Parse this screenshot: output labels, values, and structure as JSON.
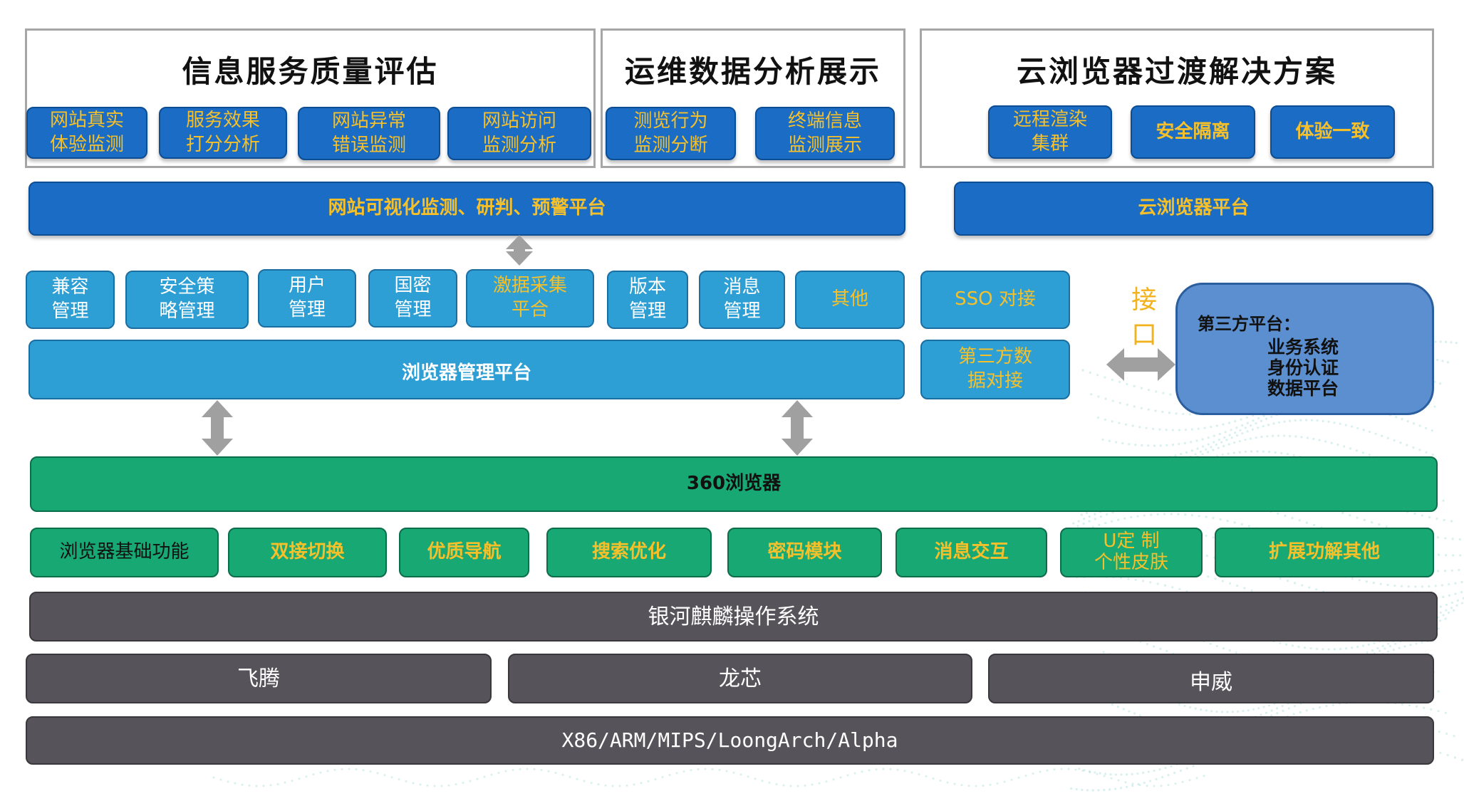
{
  "top_sections": {
    "quality": {
      "title": "信息服务质量评估",
      "items": [
        "网站真实\n体验监测",
        "服务效果\n打分分析",
        "网站异常\n错误监测",
        "网站访问\n监测分析"
      ]
    },
    "ops": {
      "title": "运维数据分析展示",
      "items": [
        "测览行为\n监测分断",
        "终端信息\n监测展示"
      ]
    },
    "cloud": {
      "title": "云浏览器过渡解决方案",
      "items": [
        "远程渲染\n集群",
        "安全隔离",
        "体验一致"
      ]
    }
  },
  "platforms": {
    "monitor": "网站可视化监测、研判、预警平台",
    "cloud_browser": "云浏览器平台"
  },
  "management": {
    "modules": [
      "兼容\n管理",
      "安全策\n略管理",
      "用户\n管理",
      "国密\n管理",
      "激据采集\n平合",
      "版本\n管理",
      "消息\n管理",
      "其他"
    ],
    "platform": "浏览器管理平台",
    "sso": "SSO 对接",
    "third_data": "第三方数\n据对接"
  },
  "interface_label": "接\n口",
  "third_party": {
    "title": "第三方平台：",
    "items": [
      "业务系统",
      "身份认证",
      "数据平台"
    ]
  },
  "browser": {
    "name": "360浏览器",
    "features": [
      "浏览器基础功能",
      "双接切换",
      "优质导航",
      "搜索优化",
      "密码模块",
      "消息交互",
      "U定 制\n个性皮肤",
      "扩展功解其他"
    ]
  },
  "os": "银河麒麟操作系统",
  "cpus": [
    "飞腾",
    "龙芯",
    "申威"
  ],
  "arch": "X86/ARM/MIPS/LoongArch/Alpha",
  "colors": {
    "navy": "#1a6cc4",
    "blue": "#2e9fd4",
    "green": "#18a874",
    "gray": "#57535a",
    "third_party": "#5b8fcf",
    "orange_text": "#f5c02a",
    "arrow": "#a0a0a0"
  }
}
